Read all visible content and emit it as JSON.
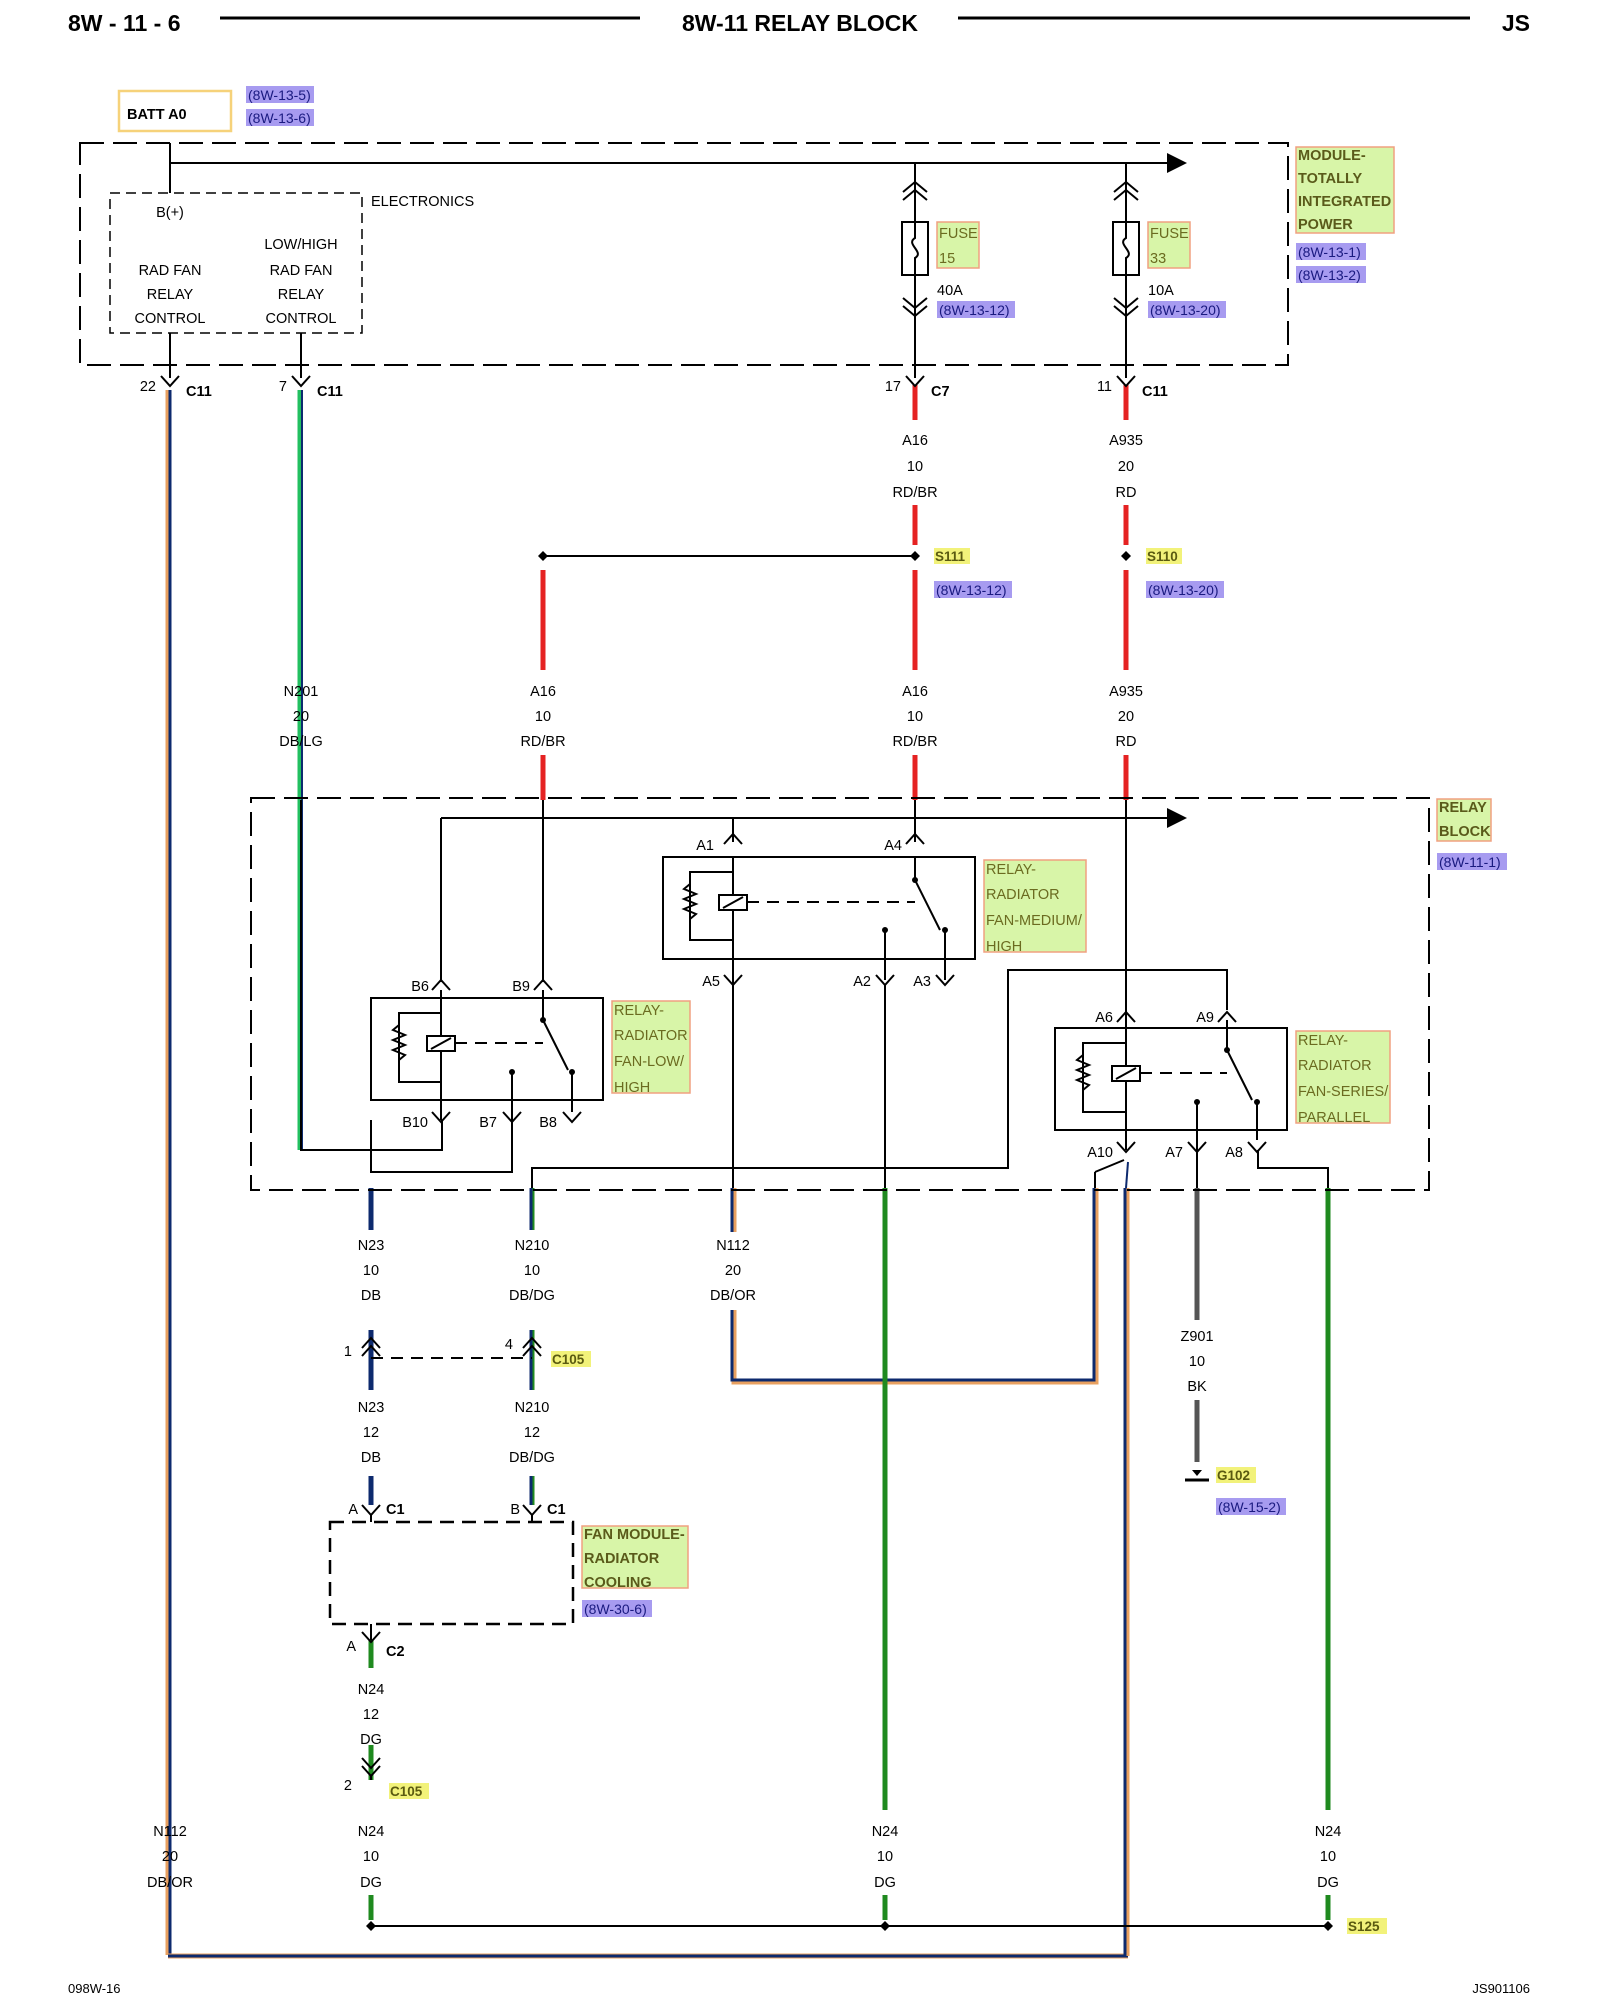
{
  "header": {
    "left": "8W - 11 - 6",
    "title": "8W-11 RELAY BLOCK",
    "right": "JS"
  },
  "footer": {
    "left": "098W-16",
    "right": "JS901106"
  },
  "batt": {
    "label": "BATT A0",
    "refs": [
      "(8W-13-5)",
      "(8W-13-6)"
    ]
  },
  "tipm": {
    "name": [
      "MODULE-",
      "TOTALLY",
      "INTEGRATED",
      "POWER"
    ],
    "refs": [
      "(8W-13-1)",
      "(8W-13-2)"
    ],
    "electronics": "ELECTRONICS",
    "bplus": "B(+)",
    "rad_fan": [
      "RAD FAN",
      "RELAY",
      "CONTROL"
    ],
    "low_high": [
      "LOW/HIGH",
      "RAD FAN",
      "RELAY",
      "CONTROL"
    ],
    "fuse15": {
      "name": [
        "FUSE",
        "15"
      ],
      "rating": "40A",
      "ref": "(8W-13-12)"
    },
    "fuse33": {
      "name": [
        "FUSE",
        "33"
      ],
      "rating": "10A",
      "ref": "(8W-13-20)"
    }
  },
  "pins": {
    "c11_22": {
      "num": "22",
      "conn": "C11"
    },
    "c11_7": {
      "num": "7",
      "conn": "C11"
    },
    "c7_17": {
      "num": "17",
      "conn": "C7"
    },
    "c11_11": {
      "num": "11",
      "conn": "C11"
    }
  },
  "wires": {
    "a16_top": [
      "A16",
      "10",
      "RD/BR"
    ],
    "a935_top": [
      "A935",
      "20",
      "RD"
    ],
    "n201": [
      "N201",
      "20",
      "DB/LG"
    ],
    "a16_left": [
      "A16",
      "10",
      "RD/BR"
    ],
    "a16_right": [
      "A16",
      "10",
      "RD/BR"
    ],
    "a935_mid": [
      "A935",
      "20",
      "RD"
    ],
    "n23_a": [
      "N23",
      "10",
      "DB"
    ],
    "n210_a": [
      "N210",
      "10",
      "DB/DG"
    ],
    "n112_a": [
      "N112",
      "20",
      "DB/OR"
    ],
    "z901": [
      "Z901",
      "10",
      "BK"
    ],
    "n23_b": [
      "N23",
      "12",
      "DB"
    ],
    "n210_b": [
      "N210",
      "12",
      "DB/DG"
    ],
    "n24_fan": [
      "N24",
      "12",
      "DG"
    ],
    "n112_b": [
      "N112",
      "20",
      "DB/OR"
    ],
    "n24_a": [
      "N24",
      "10",
      "DG"
    ],
    "n24_b": [
      "N24",
      "10",
      "DG"
    ],
    "n24_c": [
      "N24",
      "10",
      "DG"
    ]
  },
  "splices": {
    "s111": {
      "name": "S111",
      "ref": "(8W-13-12)"
    },
    "s110": {
      "name": "S110",
      "ref": "(8W-13-20)"
    },
    "s125": {
      "name": "S125"
    },
    "g102": {
      "name": "G102",
      "ref": "(8W-15-2)"
    },
    "c105_top": {
      "name": "C105",
      "pin1": "1",
      "pin4": "4"
    },
    "c105_bot": {
      "name": "C105",
      "pin": "2"
    }
  },
  "relay_block": {
    "name": [
      "RELAY",
      "BLOCK"
    ],
    "ref": "(8W-11-1)"
  },
  "relays": {
    "med_high": {
      "name": [
        "RELAY-",
        "RADIATOR",
        "FAN-MEDIUM/",
        "HIGH"
      ],
      "pins": [
        "A1",
        "A4",
        "A5",
        "A2",
        "A3"
      ]
    },
    "low_high": {
      "name": [
        "RELAY-",
        "RADIATOR",
        "FAN-LOW/",
        "HIGH"
      ],
      "pins": [
        "B6",
        "B9",
        "B10",
        "B7",
        "B8"
      ]
    },
    "series": {
      "name": [
        "RELAY-",
        "RADIATOR",
        "FAN-SERIES/",
        "PARALLEL"
      ],
      "pins": [
        "A6",
        "A9",
        "A10",
        "A7",
        "A8"
      ]
    }
  },
  "fan_module": {
    "name": [
      "FAN MODULE-",
      "RADIATOR",
      "COOLING"
    ],
    "ref": "(8W-30-6)",
    "c1a": {
      "pin": "A",
      "conn": "C1"
    },
    "c1b": {
      "pin": "B",
      "conn": "C1"
    },
    "c2a": {
      "pin": "A",
      "conn": "C2"
    }
  },
  "colors": {
    "red": "#e52222",
    "darkblue": "#0d2a6e",
    "green": "#1f8a1f",
    "lightgreen": "#22c060",
    "orange": "#e8a060",
    "gray": "#555555"
  }
}
